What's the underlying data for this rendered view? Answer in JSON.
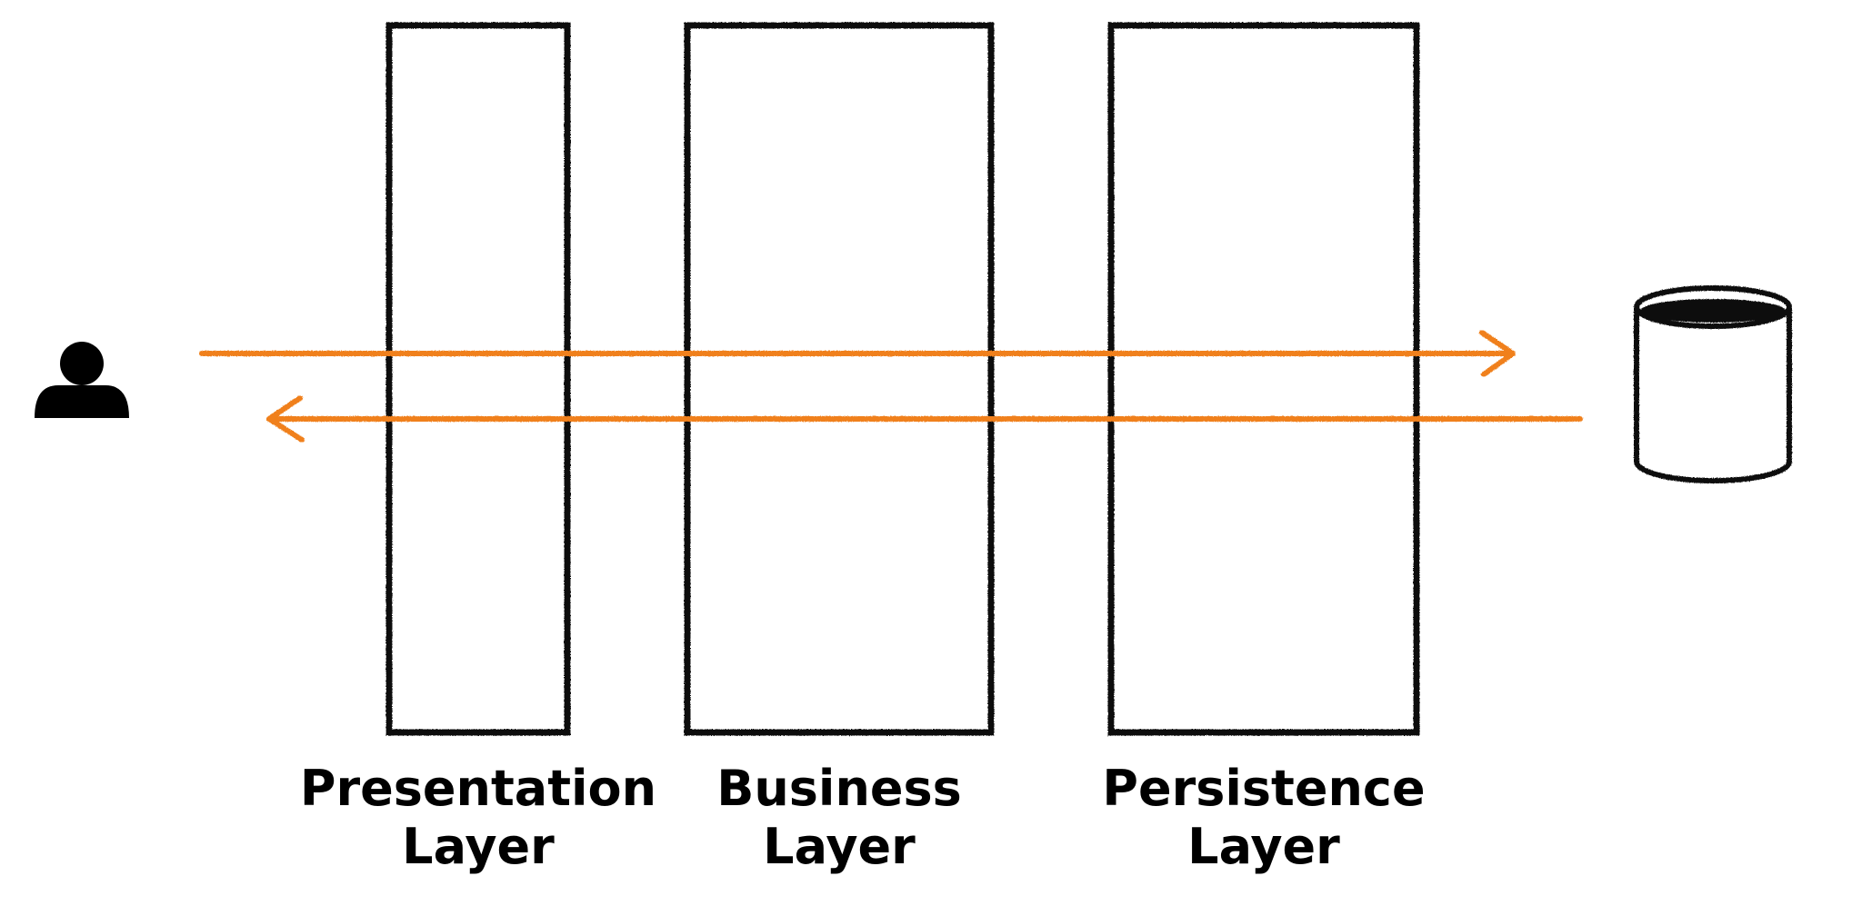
{
  "colors": {
    "box_stroke": "#111111",
    "arrow": "#f0801a",
    "icon": "#000000",
    "background": "#ffffff"
  },
  "actor": {
    "icon": "user-icon"
  },
  "datastore": {
    "icon": "database-icon"
  },
  "layers": [
    {
      "label_line1": "Presentation",
      "label_line2": "Layer"
    },
    {
      "label_line1": "Business",
      "label_line2": "Layer"
    },
    {
      "label_line1": "Persistence",
      "label_line2": "Layer"
    }
  ],
  "flows": [
    {
      "from": "actor",
      "to": "datastore",
      "direction": "right"
    },
    {
      "from": "datastore",
      "to": "actor",
      "direction": "left"
    }
  ]
}
